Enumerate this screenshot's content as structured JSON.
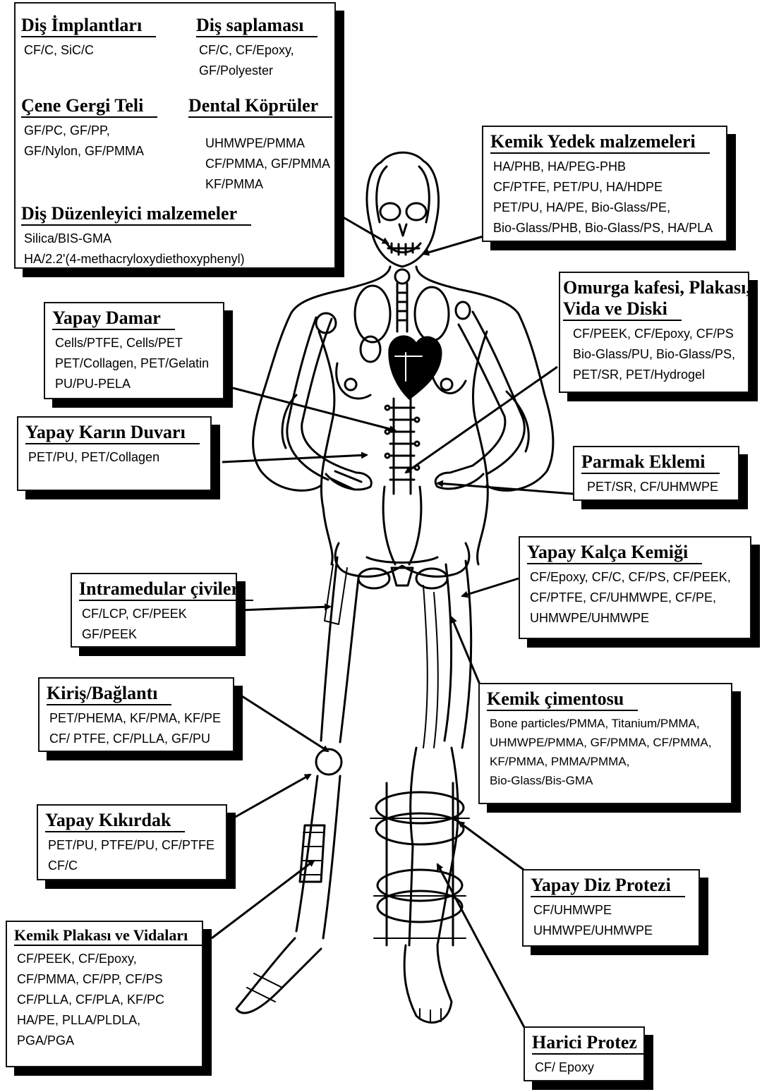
{
  "boxes": {
    "dis_implantlari": {
      "title": "Diş İmplantları",
      "lines": [
        "CF/C, SiC/C"
      ]
    },
    "dis_saplamasi": {
      "title": "Diş saplaması",
      "lines": [
        "CF/C, CF/Epoxy,",
        "GF/Polyester"
      ]
    },
    "cene_gergi_teli": {
      "title": "Çene Gergi Teli",
      "lines": [
        "GF/PC, GF/PP,",
        "GF/Nylon, GF/PMMA"
      ]
    },
    "dental_kopruler": {
      "title": "Dental Köprüler",
      "lines": [
        "UHMWPE/PMMA",
        "CF/PMMA, GF/PMMA",
        "KF/PMMA"
      ]
    },
    "dis_duzenleyici": {
      "title": "Diş Düzenleyici malzemeler",
      "lines": [
        "Silica/BIS-GMA",
        "HA/2.2'(4-methacryloxydiethoxyphenyl)"
      ]
    },
    "kemik_yedek": {
      "title": "Kemik Yedek malzemeleri",
      "lines": [
        "HA/PHB, HA/PEG-PHB",
        "CF/PTFE, PET/PU, HA/HDPE",
        "PET/PU, HA/PE, Bio-Glass/PE,",
        "Bio-Glass/PHB, Bio-Glass/PS, HA/PLA"
      ]
    },
    "omurga": {
      "title": "Omurga kafesi, Plakası, Vida ve Diski",
      "title_lines": [
        "Omurga kafesi, Plakası,",
        "Vida ve Diski"
      ],
      "lines": [
        "CF/PEEK, CF/Epoxy, CF/PS",
        "Bio-Glass/PU, Bio-Glass/PS,",
        "PET/SR, PET/Hydrogel"
      ]
    },
    "yapay_damar": {
      "title": "Yapay Damar",
      "lines": [
        "Cells/PTFE, Cells/PET",
        "PET/Collagen, PET/Gelatin",
        "PU/PU-PELA"
      ]
    },
    "yapay_karin": {
      "title": "Yapay Karın Duvarı",
      "lines": [
        "PET/PU, PET/Collagen"
      ]
    },
    "parmak_eklemi": {
      "title": "Parmak Eklemi",
      "lines": [
        "PET/SR, CF/UHMWPE"
      ]
    },
    "yapay_kalca": {
      "title": "Yapay Kalça Kemiği",
      "lines": [
        "CF/Epoxy, CF/C, CF/PS, CF/PEEK,",
        "CF/PTFE, CF/UHMWPE, CF/PE,",
        "UHMWPE/UHMWPE"
      ]
    },
    "intramedular": {
      "title": "Intramedular çiviler",
      "lines": [
        "CF/LCP, CF/PEEK",
        "GF/PEEK"
      ]
    },
    "kiris": {
      "title": "Kiriş/Bağlantı",
      "lines": [
        "PET/PHEMA, KF/PMA, KF/PE",
        "CF/ PTFE, CF/PLLA, GF/PU"
      ]
    },
    "kemik_cimentosu": {
      "title": "Kemik çimentosu",
      "lines": [
        "Bone particles/PMMA, Titanium/PMMA,",
        "UHMWPE/PMMA, GF/PMMA, CF/PMMA,",
        "KF/PMMA, PMMA/PMMA,",
        "Bio-Glass/Bis-GMA"
      ]
    },
    "yapay_kikirdak": {
      "title": "Yapay Kıkırdak",
      "lines": [
        "PET/PU, PTFE/PU, CF/PTFE",
        "CF/C"
      ]
    },
    "yapay_diz": {
      "title": "Yapay Diz Protezi",
      "lines": [
        "CF/UHMWPE",
        "UHMWPE/UHMWPE"
      ]
    },
    "kemik_plakasi": {
      "title": "Kemik Plakası ve Vidaları",
      "lines": [
        "CF/PEEK, CF/Epoxy,",
        "CF/PMMA, CF/PP, CF/PS",
        "CF/PLLA, CF/PLA, KF/PC",
        "HA/PE, PLLA/PLDLA,",
        "PGA/PGA"
      ]
    },
    "harici_protez": {
      "title": "Harici Protez",
      "lines": [
        "CF/ Epoxy"
      ]
    }
  },
  "colors": {
    "ink": "#000000",
    "paper": "#ffffff"
  }
}
